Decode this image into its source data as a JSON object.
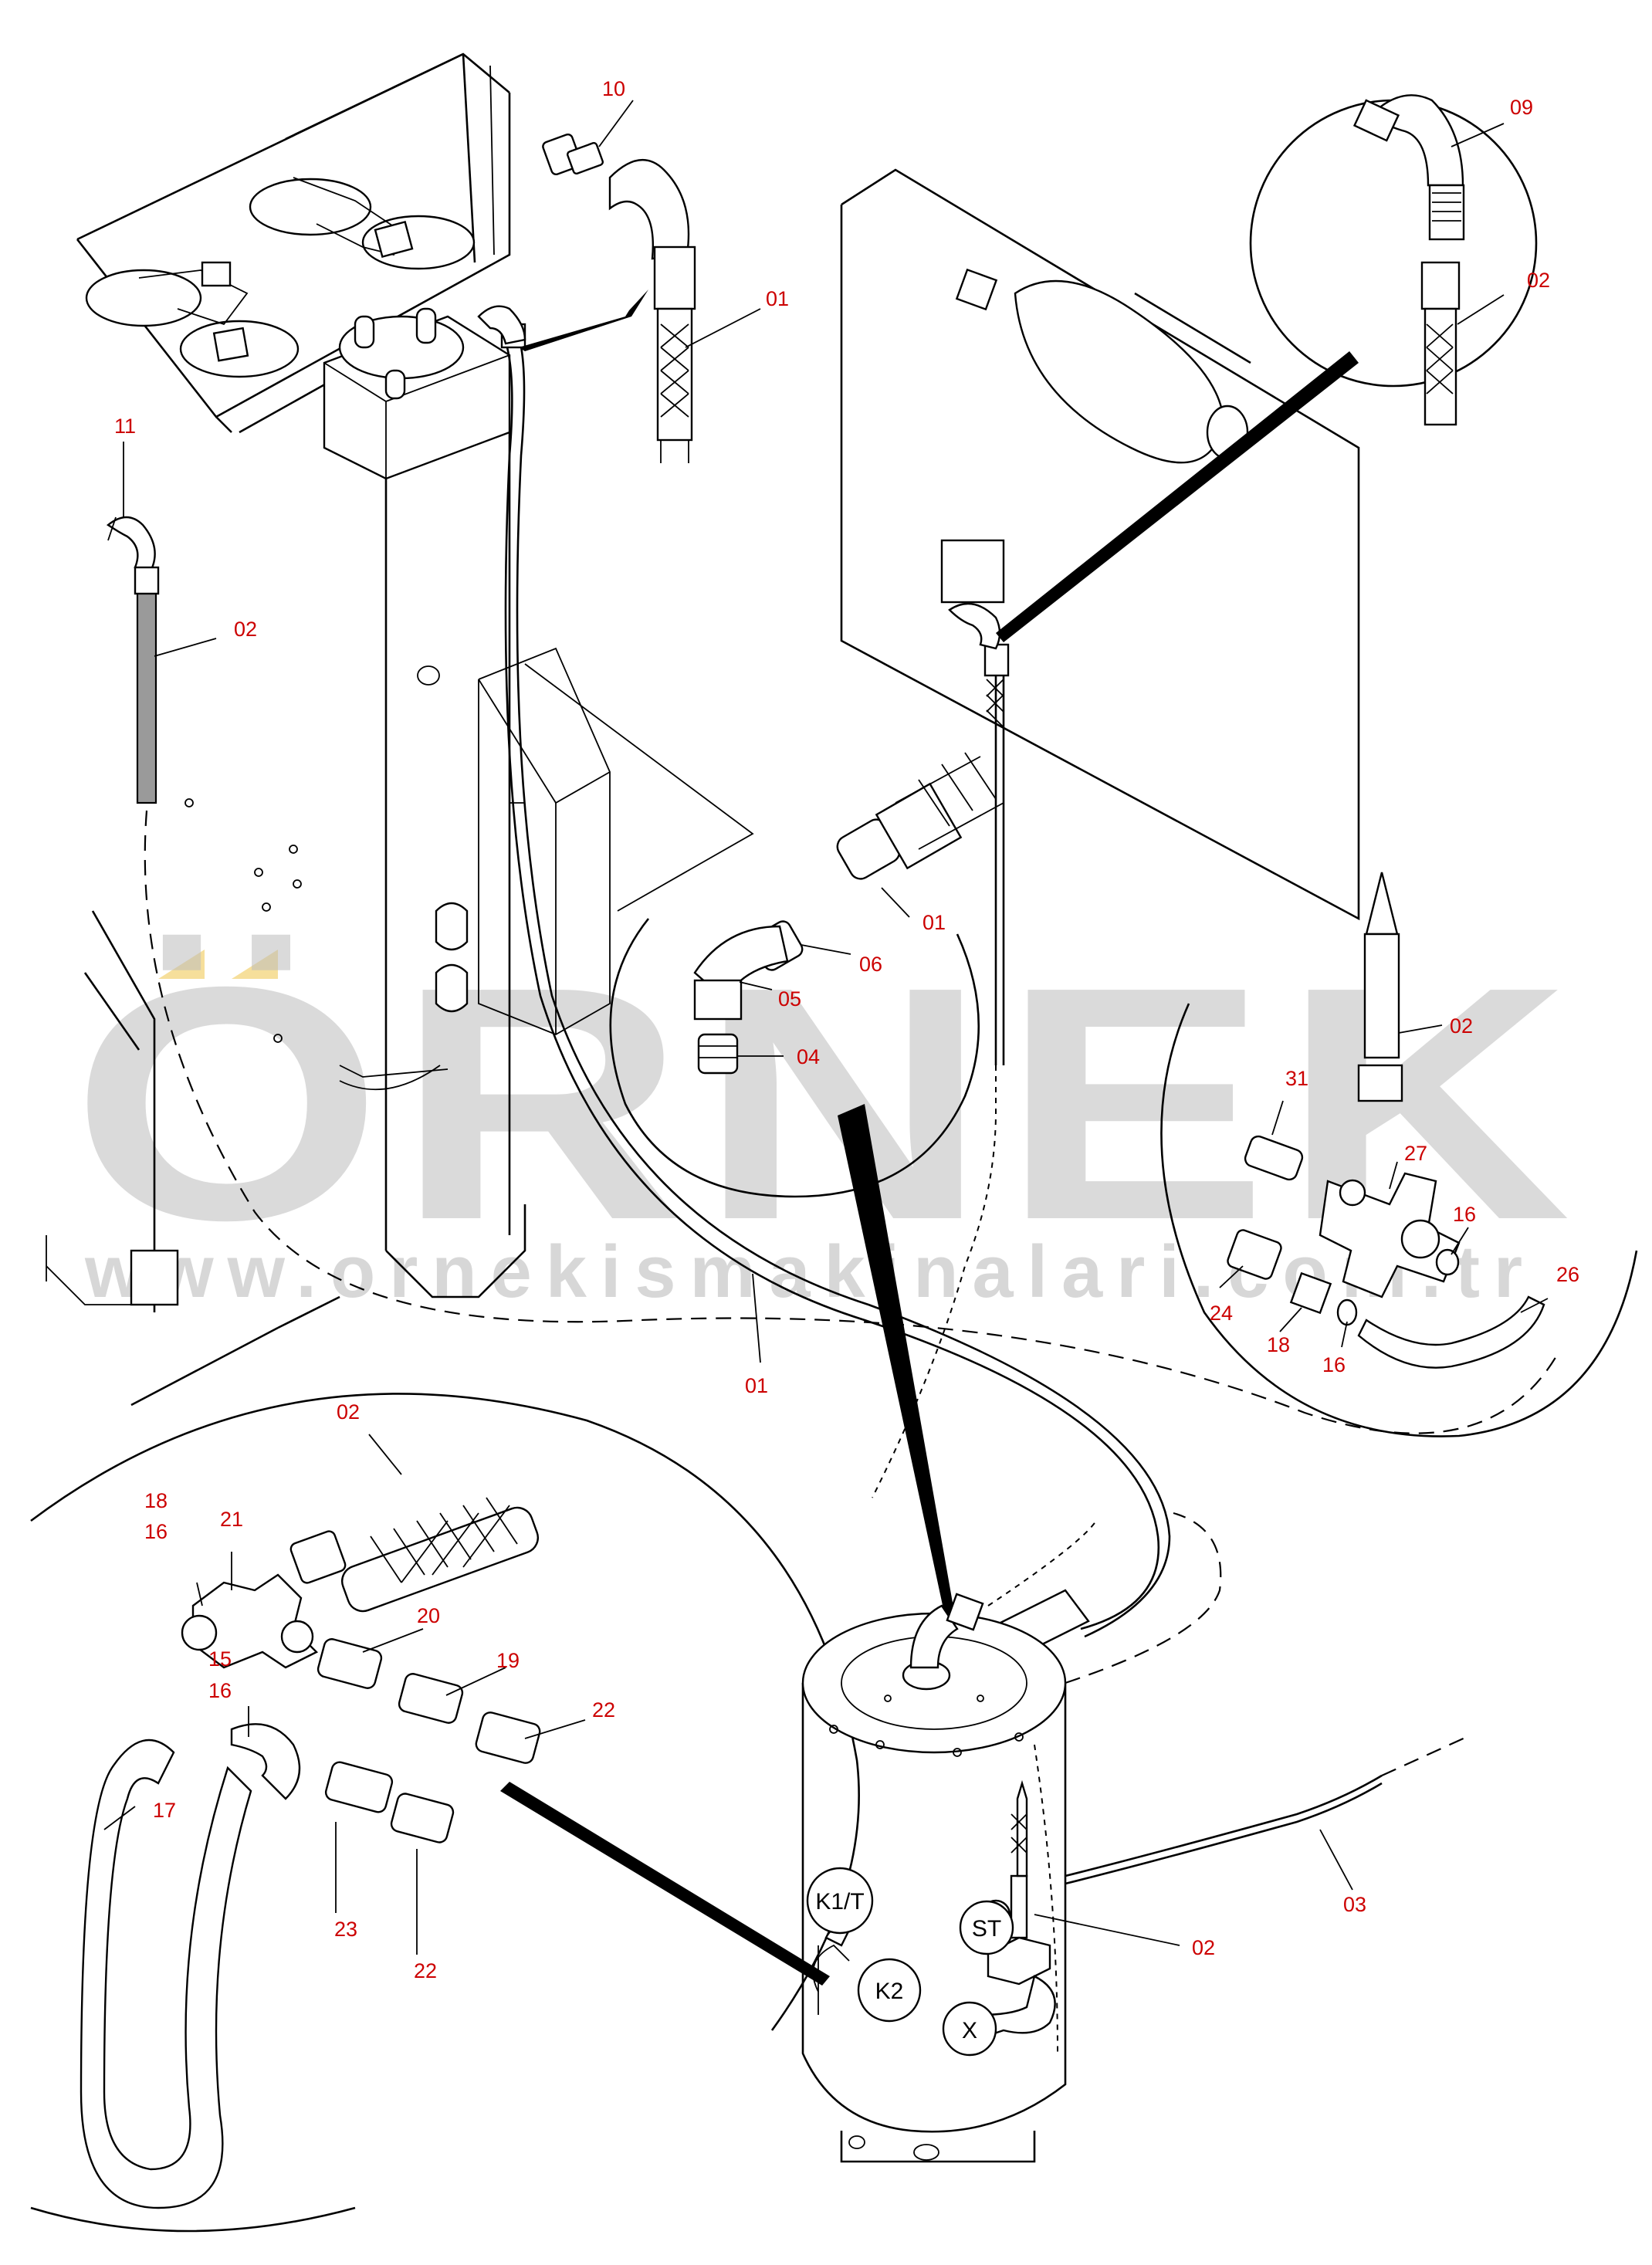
{
  "watermark": {
    "brand": "ÖRNEK",
    "url": "www.ornekismakinalari.com.tr",
    "accent_color": "#f5d98a",
    "text_color": "#bdbdbd"
  },
  "label_color": "#cc0000",
  "part_labels": {
    "p10": "10",
    "p09": "09",
    "p01_top": "01",
    "p02_topright": "02",
    "p11": "11",
    "p02_left": "02",
    "p01_mid": "01",
    "p06": "06",
    "p05": "05",
    "p04": "04",
    "p02_right": "02",
    "p31": "31",
    "p27": "27",
    "p16_right": "16",
    "p26": "26",
    "p24": "24",
    "p18_right": "18",
    "p16_right2": "16",
    "p01_low": "01",
    "p02_bottom": "02",
    "p18_left": "18",
    "p16_left": "16",
    "p21": "21",
    "p15": "15",
    "p20": "20",
    "p16_left2": "16",
    "p19": "19",
    "p22_a": "22",
    "p17": "17",
    "p23": "23",
    "p22_b": "22",
    "p02_tank": "02",
    "p03": "03"
  },
  "port_labels": {
    "k1t": "K1/T",
    "st": "ST",
    "k2": "K2",
    "x": "X"
  }
}
